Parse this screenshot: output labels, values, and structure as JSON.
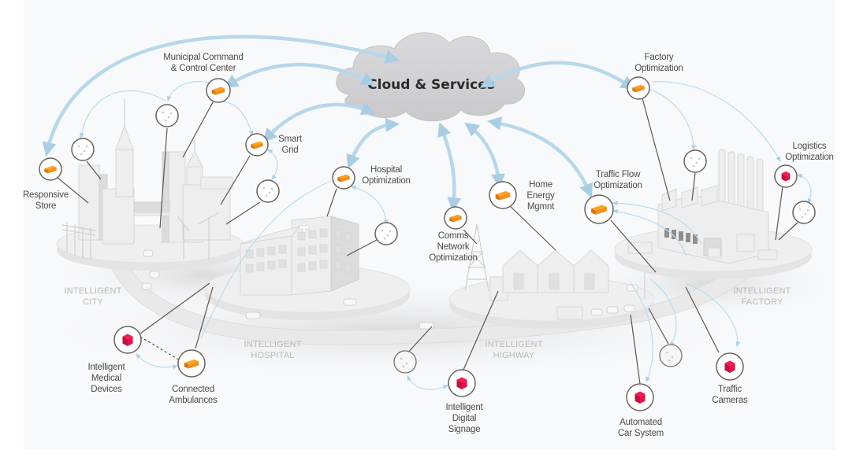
{
  "cloud": {
    "title": "Cloud & Services",
    "color": "#d3d3d5"
  },
  "colors": {
    "arrow": "#b7d7ea",
    "orange_cube": "#f0901e",
    "red_cube": "#e0164a",
    "leader": "#5e5550"
  },
  "nodes": {
    "municipal": {
      "lines": [
        "Municipal Command",
        "& Control Center"
      ],
      "cube": "orange"
    },
    "smart_grid": {
      "lines": [
        "Smart",
        "Grid"
      ],
      "cube": "orange"
    },
    "responsive_store": {
      "lines": [
        "Responsive",
        "Store"
      ],
      "cube": "orange"
    },
    "hospital_opt": {
      "lines": [
        "Hospital",
        "Optimization"
      ],
      "cube": "orange"
    },
    "comms": {
      "lines": [
        "Comms",
        "Network",
        "Optimization"
      ],
      "cube": "orange"
    },
    "home_energy": {
      "lines": [
        "Home",
        "Energy",
        "Mgmnt"
      ],
      "cube": "orange"
    },
    "traffic_flow": {
      "lines": [
        "Traffic Flow",
        "Optimization"
      ],
      "cube": "orange"
    },
    "factory_opt": {
      "lines": [
        "Factory",
        "Optimization"
      ],
      "cube": "orange"
    },
    "logistics": {
      "lines": [
        "Logistics",
        "Optimization"
      ],
      "cube": "red"
    },
    "medical": {
      "lines": [
        "Intelligent",
        "Medical",
        "Devices"
      ],
      "cube": "red"
    },
    "ambulances": {
      "lines": [
        "Connected",
        "Ambulances"
      ],
      "cube": "orange"
    },
    "signage": {
      "lines": [
        "Intelligent",
        "Digital",
        "Signage"
      ],
      "cube": "red"
    },
    "car_system": {
      "lines": [
        "Automated",
        "Car System"
      ],
      "cube": "red"
    },
    "traffic_cameras": {
      "lines": [
        "Traffic",
        "Cameras"
      ],
      "cube": "red"
    }
  },
  "zones": {
    "city": [
      "INTELLIGENT",
      "CITY"
    ],
    "hospital": [
      "INTELLIGENT",
      "HOSPITAL"
    ],
    "highway": [
      "INTELLIGENT",
      "HIGHWAY"
    ],
    "factory": [
      "INTELLIGENT",
      "FACTORY"
    ]
  }
}
